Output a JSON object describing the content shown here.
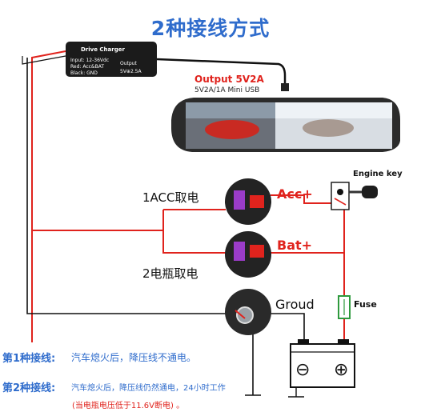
{
  "title": "2种接线方式",
  "charger": {
    "name": "Drive Charger",
    "input": "Input: 12-36Vdc",
    "red": "Red: Acc&BAT",
    "black": "Black: GND",
    "output_label": "Output",
    "output_value": "5V⊕2.5A"
  },
  "output": {
    "label": "Output 5V2A",
    "sub": "5V2A/1A Mini USB"
  },
  "engine_key": "Engine key",
  "acc": {
    "label": "Acc+",
    "cn": "1ACC取电"
  },
  "bat": {
    "label": "Bat+",
    "cn": "2电瓶取电"
  },
  "ground_label": "Groud",
  "fuse_label": "Fuse",
  "battery": {
    "minus": "⊖",
    "plus": "⊕"
  },
  "method1": {
    "title": "第1种接线:",
    "desc": "汽车熄火后，降压线不通电。"
  },
  "method2": {
    "title": "第2种接线:",
    "desc": "汽车熄火后，降压线仍然通电，24小时工作",
    "note": "(当电瓶电压低于11.6V断电)  。"
  },
  "colors": {
    "title": "#2f6ccc",
    "wire_red": "#e0231d",
    "wire_black": "#111111"
  }
}
